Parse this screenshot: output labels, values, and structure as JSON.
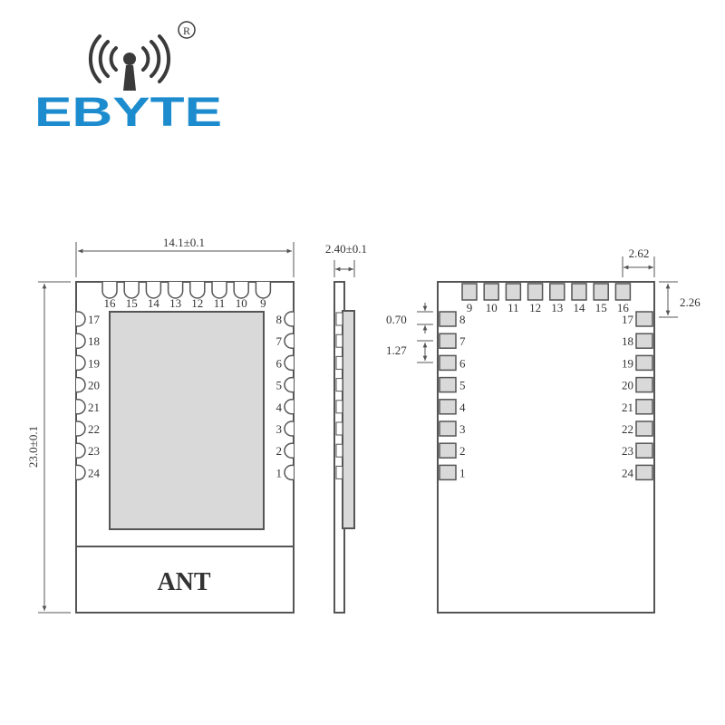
{
  "logo": {
    "brand": "EBYTE",
    "registered_mark": "R",
    "brand_color": "#1d8ccf",
    "mark_color": "#3a3a3a"
  },
  "colors": {
    "outline": "#555555",
    "pad_fill": "#d9d9d9",
    "shield_fill": "#d9d9d9",
    "text": "#333333"
  },
  "front_view": {
    "width_dim": "14.1±0.1",
    "height_dim": "23.0±0.1",
    "antenna_label": "ANT",
    "top_pins": [
      "16",
      "15",
      "14",
      "13",
      "12",
      "11",
      "10",
      "9"
    ],
    "left_pins": [
      "17",
      "18",
      "19",
      "20",
      "21",
      "22",
      "23",
      "24"
    ],
    "right_pins": [
      "8",
      "7",
      "6",
      "5",
      "4",
      "3",
      "2",
      "1"
    ]
  },
  "side_view": {
    "thickness_dim": "2.40±0.1"
  },
  "bottom_view": {
    "top_pins": [
      "9",
      "10",
      "11",
      "12",
      "13",
      "14",
      "15",
      "16"
    ],
    "left_pins": [
      "8",
      "7",
      "6",
      "5",
      "4",
      "3",
      "2",
      "1"
    ],
    "right_pins": [
      "17",
      "18",
      "19",
      "20",
      "21",
      "22",
      "23",
      "24"
    ],
    "pad_width_dim": "0.70",
    "pitch_dim": "1.27",
    "edge_offset_dim": "2.62",
    "top_offset_dim": "2.26"
  }
}
